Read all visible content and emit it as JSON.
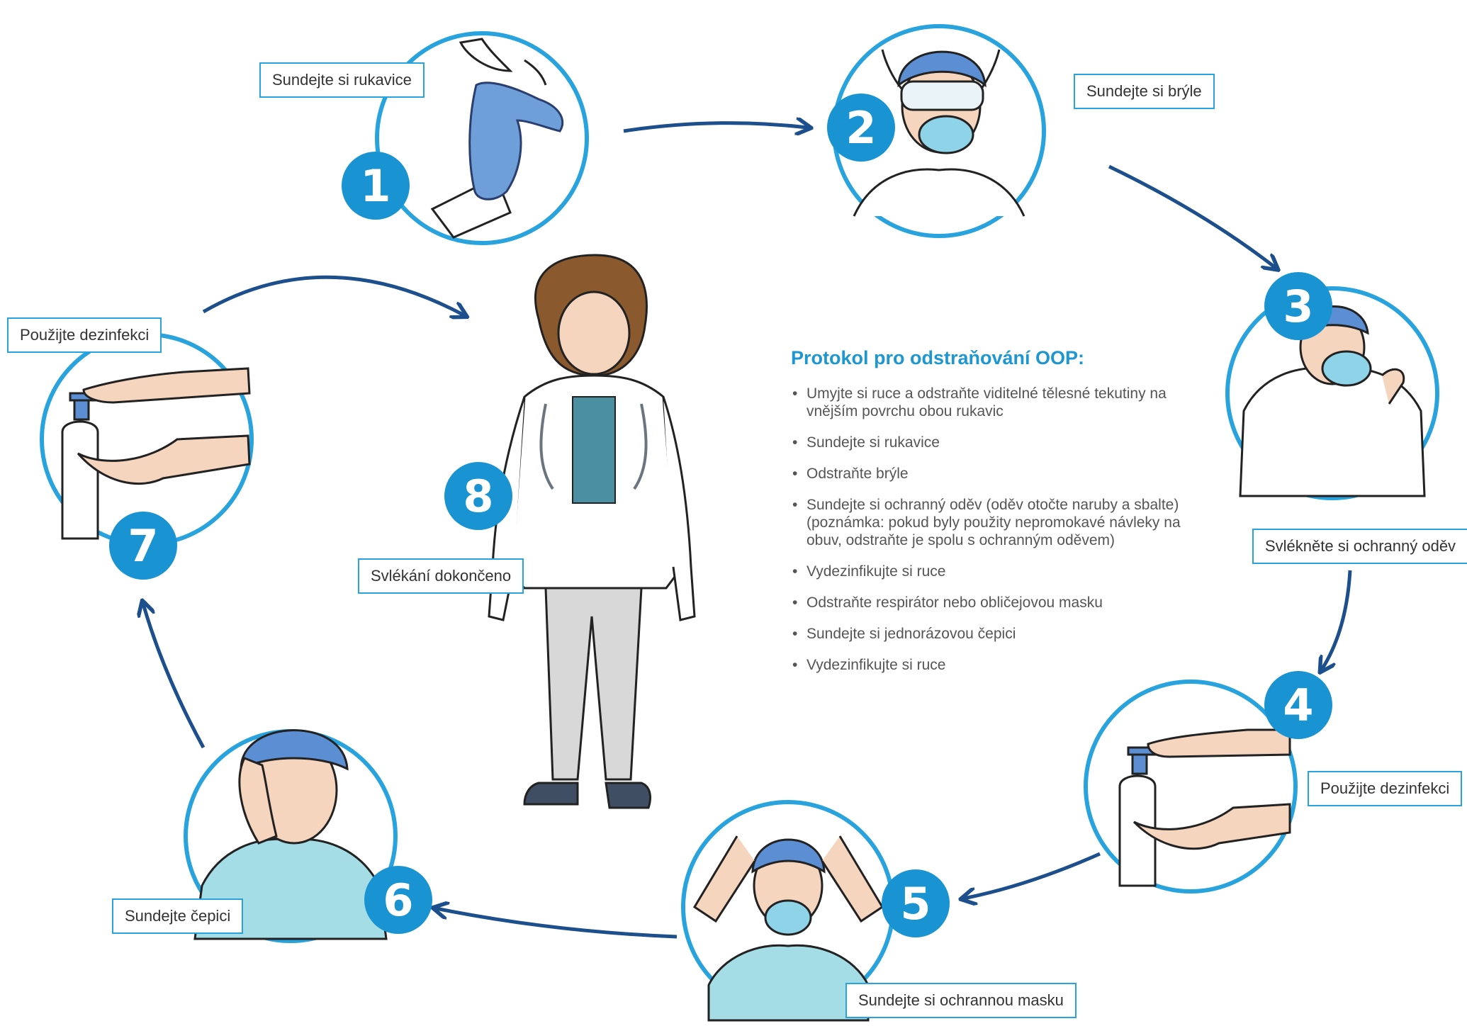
{
  "colors": {
    "ring": "#29a3dd",
    "number_badge": "#1993d2",
    "arrow": "#1d4f8c",
    "heading": "#1e96d0",
    "glove": "#6f9fd8",
    "cap": "#5b8ed3",
    "mask": "#8fd3e8",
    "skin": "#f6d5bf",
    "shirt": "#a4dde5"
  },
  "steps": [
    {
      "number": "1",
      "label": "Sundejte si rukavice",
      "icon": "glove-removal-illustration"
    },
    {
      "number": "2",
      "label": "Sundejte si brýle",
      "icon": "goggles-removal-illustration"
    },
    {
      "number": "3",
      "label": "Svlékněte si ochranný oděv",
      "icon": "gown-removal-illustration"
    },
    {
      "number": "4",
      "label": "Použijte dezinfekci",
      "icon": "hand-sanitizer-illustration"
    },
    {
      "number": "5",
      "label": "Sundejte si ochrannou masku",
      "icon": "mask-removal-illustration"
    },
    {
      "number": "6",
      "label": "Sundejte čepici",
      "icon": "cap-removal-illustration"
    },
    {
      "number": "7",
      "label": "Použijte dezinfekci",
      "icon": "hand-sanitizer-illustration"
    },
    {
      "number": "8",
      "label": "Svlékání dokončeno",
      "icon": "doctor-illustration"
    }
  ],
  "protocol": {
    "title": "Protokol pro odstraňování OOP:",
    "items": [
      "Umyjte si ruce a odstraňte viditelné tělesné tekutiny na vnějším povrchu obou rukavic",
      "Sundejte si rukavice",
      "Odstraňte brýle",
      "Sundejte si ochranný oděv (oděv otočte naruby a sbalte) (poznámka: pokud byly použity nepromokavé návleky na obuv, odstraňte je spolu s ochranným oděvem)",
      "Vydezinfikujte si ruce",
      "Odstraňte respirátor nebo obličejovou masku",
      "Sundejte si jednorázovou čepici",
      "Vydezinfikujte si ruce"
    ]
  }
}
